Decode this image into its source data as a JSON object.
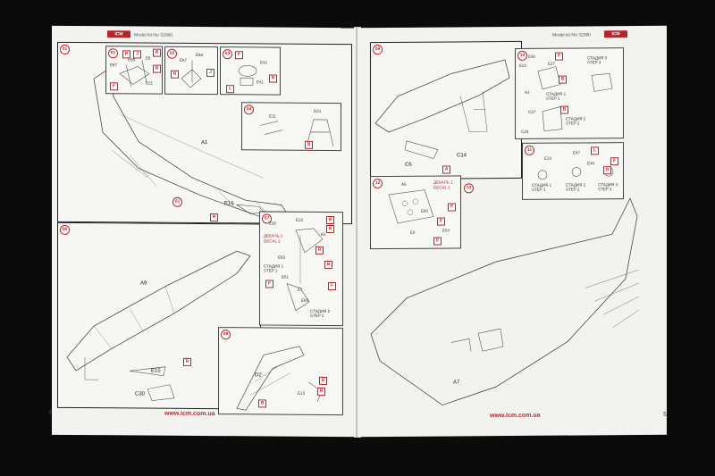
{
  "left_page": {
    "logo": "ICM",
    "header": "Model kit No 32080",
    "page_number": "4",
    "url": "www.icm.com.ua",
    "steps": {
      "s01": {
        "num": "01",
        "parts": [
          "A1",
          "E16"
        ],
        "badges": [
          "R"
        ]
      },
      "s01a": {
        "num": "01",
        "parts": [
          "E67",
          "E66",
          "E6",
          "E21"
        ],
        "badges": [
          "F",
          "R",
          "J",
          "B",
          "R"
        ]
      },
      "s02": {
        "num": "02",
        "parts": [
          "E68",
          "E67"
        ],
        "badges": [
          "R",
          "J"
        ]
      },
      "s03": {
        "num": "03",
        "parts": [
          "E42",
          "E41"
        ],
        "badges": [
          "F",
          "L",
          "R"
        ]
      },
      "s04": {
        "num": "04",
        "parts": [
          "E11",
          "D21"
        ],
        "badges": [
          "B"
        ]
      },
      "s06": {
        "num": "06",
        "parts": [
          "A9",
          "E15",
          "C30"
        ],
        "badges": [
          "R"
        ]
      },
      "s07": {
        "num": "07",
        "parts": [
          "E20",
          "E13",
          "E5",
          "E63",
          "E61",
          "E7",
          "E65"
        ],
        "badges": [
          "B",
          "R",
          "R",
          "B",
          "F",
          "F"
        ],
        "notes": [
          "ДЕКАЛЬ 2",
          "DECAL 2",
          "СТАДИЯ 1",
          "STEP 1",
          "СТАДИЯ 2",
          "STEP 2"
        ]
      },
      "s08": {
        "num": "08",
        "parts": [
          "D2",
          "E13"
        ],
        "badges": [
          "D",
          "R",
          "B"
        ]
      }
    }
  },
  "right_page": {
    "logo": "ICM",
    "header": "Model kit No 32080",
    "page_number": "5",
    "url": "www.icm.com.ua",
    "steps": {
      "s09": {
        "num": "09",
        "parts": [
          "C6",
          "C14"
        ],
        "badges": [
          "A"
        ]
      },
      "s10": {
        "num": "10",
        "parts": [
          "E50",
          "E22",
          "E27",
          "A3",
          "C27",
          "C28"
        ],
        "badges": [
          "F",
          "B",
          "B"
        ],
        "notes": [
          "СТАДИЯ 3",
          "STEP 3",
          "СТАДИЯ 1",
          "STEP 1",
          "СТАДИЯ 2",
          "STEP 2"
        ]
      },
      "s11": {
        "num": "11",
        "parts": [
          "E33",
          "E47",
          "E48"
        ],
        "badges": [
          "L",
          "F",
          "G"
        ],
        "notes": [
          "СТАДИЯ 1",
          "STEP 1",
          "СТАДИЯ 2",
          "STEP 2",
          "СТАДИЯ 3",
          "STEP 3"
        ]
      },
      "s12": {
        "num": "12",
        "parts": [
          "A5",
          "E60",
          "E8",
          "E64"
        ],
        "badges": [
          "F",
          "F",
          "F"
        ],
        "notes": [
          "ДЕКАЛЬ 1",
          "DECAL 1"
        ]
      },
      "s13": {
        "num": "13",
        "parts": [
          "A7"
        ]
      }
    }
  }
}
